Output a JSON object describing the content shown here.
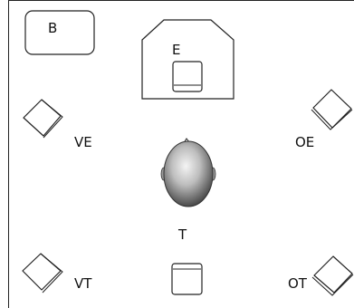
{
  "labels": {
    "b": "B",
    "e": "E",
    "ve": "VE",
    "oe": "OE",
    "t": "T",
    "vt": "VT",
    "ot": "OT"
  },
  "icons": {
    "box": "rounded-rect-icon",
    "front_station": "trapezoid-booth-icon",
    "front_speaker": "square-speaker-icon",
    "corner_speaker": "diamond-speaker-icon",
    "listener": "head-top-view-icon"
  },
  "colors": {
    "stroke": "#222222",
    "background": "#ffffff",
    "head_light": "#f2f2f2",
    "head_dark": "#4a4a4a"
  }
}
